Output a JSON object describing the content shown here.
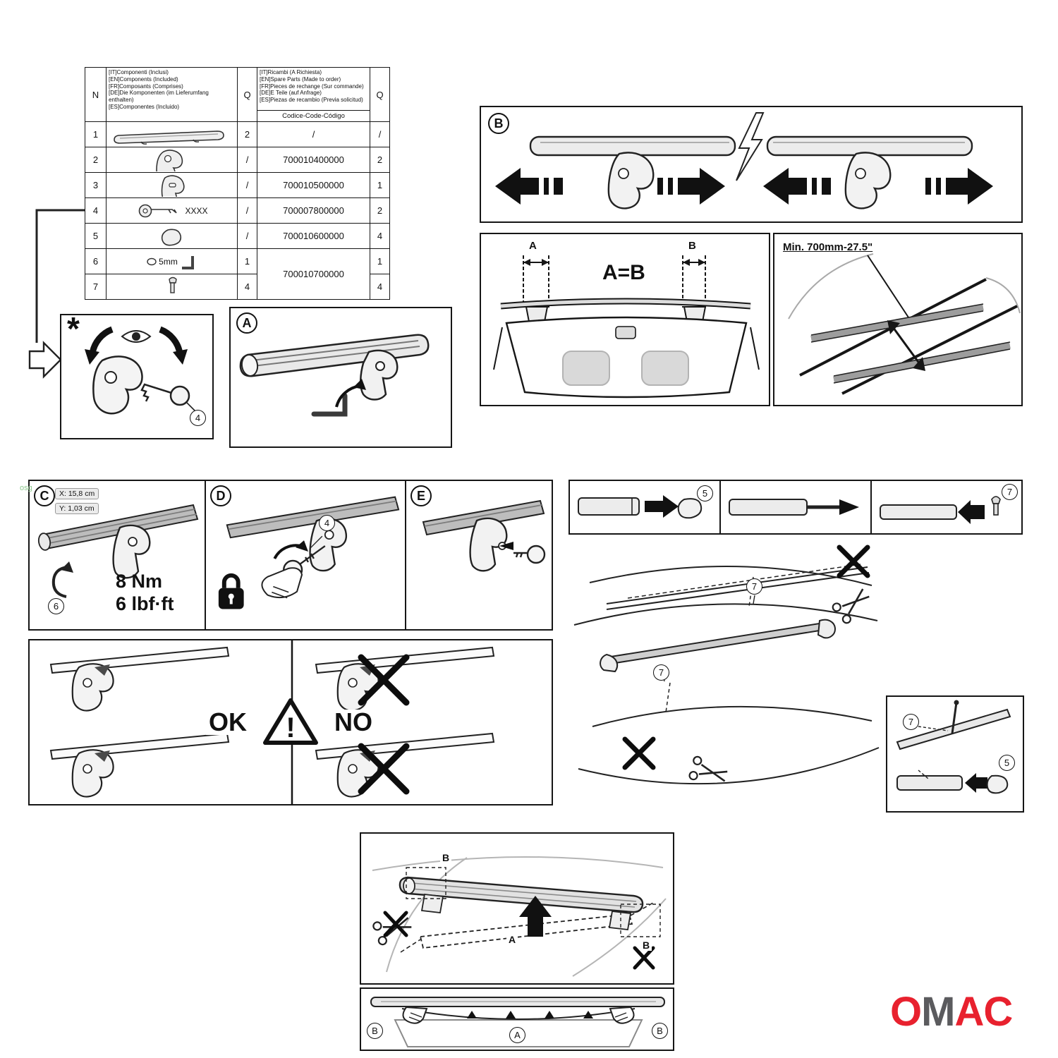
{
  "watermark": "osg",
  "table": {
    "n": "N",
    "q": "Q",
    "included": "[IT]Componenti (Inclusi)\n[EN]Components (Included)\n[FR]Composants (Comprises)\n[DE]Die Komponenten (im Lieferumfang enthalten)\n[ES]Componentes (Incluido)",
    "spare": "[IT]Ricambi (A Richiesta)\n[EN]Spare Parts (Made to order)\n[FR]Pieces de rechange (Sur commande)\n[DE]E Teile (auf Anfrage)\n[ES]Piezas de recambio (Previa solicitud)",
    "code": "Codice-Code-Código",
    "rows": [
      {
        "n": "1",
        "q1": "2",
        "code": "/",
        "q2": "/"
      },
      {
        "n": "2",
        "q1": "/",
        "code": "700010400000",
        "q2": "2"
      },
      {
        "n": "3",
        "q1": "/",
        "code": "700010500000",
        "q2": "1"
      },
      {
        "n": "4",
        "label": "XXXX",
        "q1": "/",
        "code": "700007800000",
        "q2": "2"
      },
      {
        "n": "5",
        "q1": "/",
        "code": "700010600000",
        "q2": "4"
      },
      {
        "n": "6",
        "label": "5mm",
        "q1": "1",
        "code": "700010700000",
        "q2": "1"
      },
      {
        "n": "7",
        "q1": "4",
        "q2": "4"
      }
    ]
  },
  "panels": {
    "star": {
      "label": "*",
      "ref": "4"
    },
    "a": {
      "label": "A"
    },
    "b": {
      "label": "B"
    },
    "measure": {
      "title": "A=B",
      "dim_a": "A",
      "dim_b": "B"
    },
    "min": {
      "text": "Min. 700mm-27.5\""
    },
    "c": {
      "label": "C",
      "x": "X: 15,8 cm",
      "y": "Y: 1,03 cm",
      "ref": "6",
      "nm": "8 Nm",
      "lbf": "6 lbf·ft"
    },
    "d": {
      "label": "D",
      "ref": "4"
    },
    "e": {
      "label": "E"
    },
    "cap": {
      "ref": "5"
    },
    "pin": {
      "ref": "7"
    },
    "roof": {
      "ref_top": "7",
      "ref_left": "7"
    },
    "okno": {
      "ok": "OK",
      "bang": "!",
      "no": "NO"
    },
    "detail": {
      "ref7": "7",
      "ref5": "5"
    },
    "install": {
      "a": "A",
      "b_top": "B",
      "b_bottom": "B"
    },
    "final": {
      "a": "A",
      "b_left": "B",
      "b_right": "B"
    }
  },
  "brand": {
    "o": "O",
    "m": "M",
    "a": "A",
    "c": "C",
    "red": "#e8212e",
    "gray": "#5b5b5e"
  }
}
